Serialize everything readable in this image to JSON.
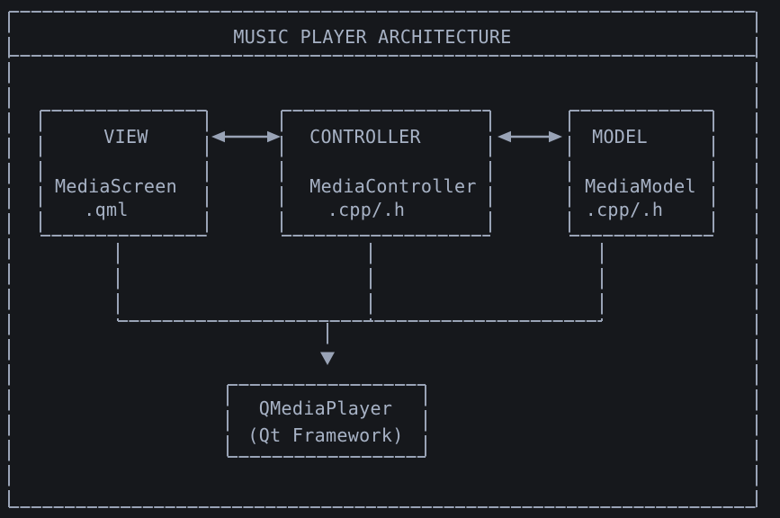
{
  "diagram": {
    "title": "MUSIC PLAYER ARCHITECTURE",
    "nodes": {
      "view": {
        "title": "VIEW",
        "line1": "MediaScreen",
        "line2": ".qml"
      },
      "controller": {
        "title": "CONTROLLER",
        "line1": "MediaController",
        "line2": ".cpp/.h"
      },
      "model": {
        "title": "MODEL",
        "line1": "MediaModel",
        "line2": ".cpp/.h"
      },
      "qmediaplayer": {
        "line1": "QMediaPlayer",
        "line2": "(Qt Framework)"
      }
    },
    "edges": [
      {
        "from": "view",
        "to": "controller",
        "type": "bidirectional"
      },
      {
        "from": "controller",
        "to": "model",
        "type": "bidirectional"
      },
      {
        "from": "view+controller+model",
        "to": "qmediaplayer",
        "type": "directed-down"
      }
    ],
    "icons": {
      "bidirectional_arrow": "◄──►",
      "down_arrow": "▼"
    }
  },
  "colors": {
    "background": "#16181c",
    "line": "#99a3b6",
    "text": "#a7b2c5"
  }
}
